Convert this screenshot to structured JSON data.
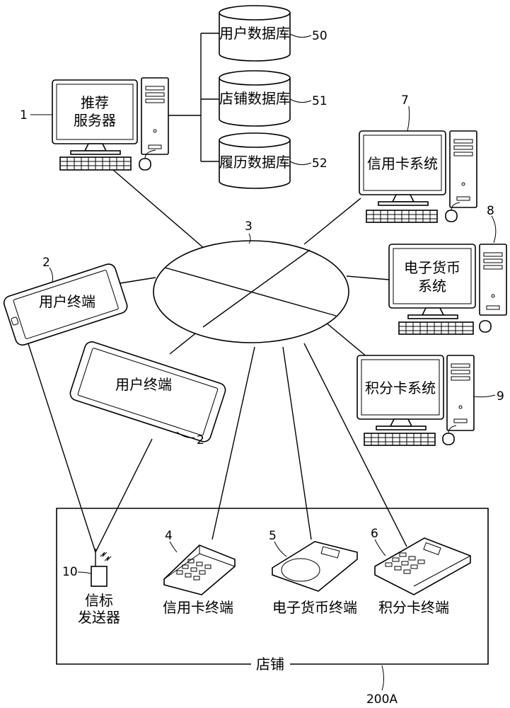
{
  "network": {
    "ref": "3"
  },
  "recommendation_server": {
    "ref": "1",
    "label_line1": "推荐",
    "label_line2": "服务器"
  },
  "databases": [
    {
      "label": "用户数据库",
      "ref": "50"
    },
    {
      "label": "店铺数据库",
      "ref": "51"
    },
    {
      "label": "履历数据库",
      "ref": "52"
    }
  ],
  "credit_card_system": {
    "ref": "7",
    "label": "信用卡系统"
  },
  "emoney_system": {
    "ref": "8",
    "label_line1": "电子货币",
    "label_line2": "系统"
  },
  "point_card_system": {
    "ref": "9",
    "label": "积分卡系统"
  },
  "user_terminal_1": {
    "ref": "2",
    "label": "用户终端"
  },
  "user_terminal_2": {
    "ref": "2",
    "label": "用户终端"
  },
  "store": {
    "label": "店铺",
    "ref": "200A",
    "beacon": {
      "ref": "10",
      "label_line1": "信标",
      "label_line2": "发送器"
    },
    "credit_terminal": {
      "ref": "4",
      "label": "信用卡终端"
    },
    "emoney_terminal": {
      "ref": "5",
      "label": "电子货币终端"
    },
    "point_terminal": {
      "ref": "6",
      "label": "积分卡终端"
    }
  }
}
